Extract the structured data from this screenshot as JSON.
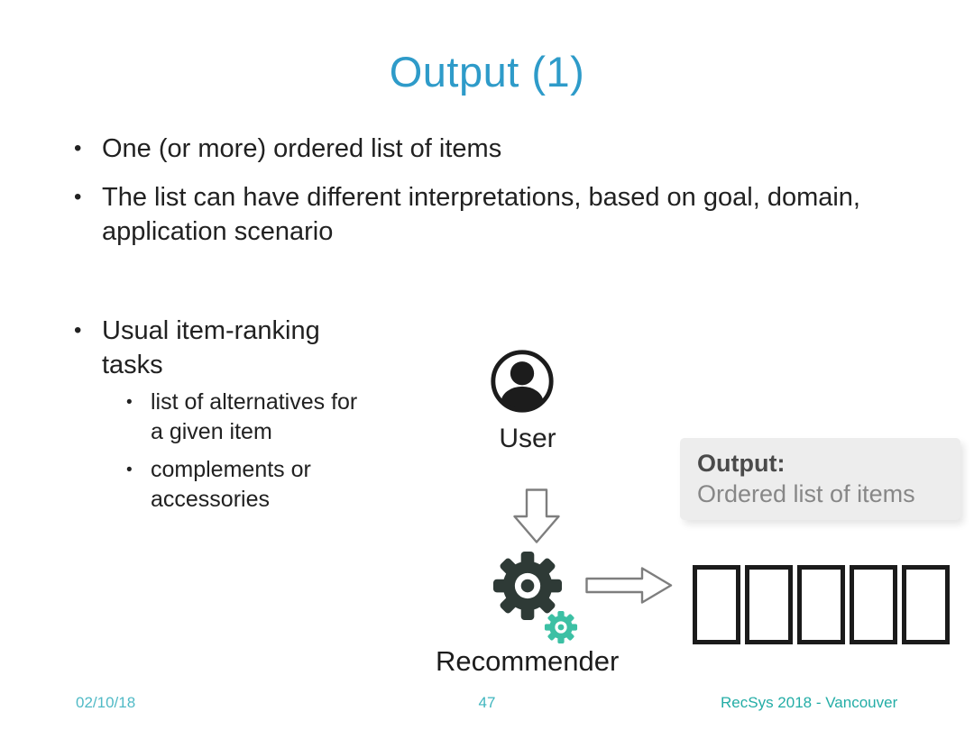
{
  "slide": {
    "title": "Output (1)",
    "bullets": [
      {
        "text": "One (or more) ordered list of items"
      },
      {
        "text": "The list can have different interpretations, based on goal, domain, application scenario"
      },
      {
        "text": "Usual item-ranking tasks"
      }
    ],
    "subbullets": [
      {
        "text": "list of alternatives for a given item"
      },
      {
        "text": "complements or accessories"
      }
    ],
    "bullet_glyph": "•",
    "diagram": {
      "user_label": "User",
      "recommender_label": "Recommender",
      "output_callout": {
        "title": "Output:",
        "body": "Ordered list of items"
      },
      "ordered_list_box_count": 5
    },
    "footer": {
      "date": "02/10/18",
      "page_number": "47",
      "venue": "RecSys 2018 - Vancouver"
    },
    "colors": {
      "title_blue": "#2E9BC9",
      "body_text": "#212121",
      "callout_bg": "#EDEDED",
      "callout_title": "#4a4a4a",
      "callout_body": "#878787",
      "gear_dark": "#2E3A36",
      "gear_teal": "#3CC0A4",
      "arrow_outline": "#7e7e7e",
      "footer_teal": "#23ADA6"
    }
  }
}
